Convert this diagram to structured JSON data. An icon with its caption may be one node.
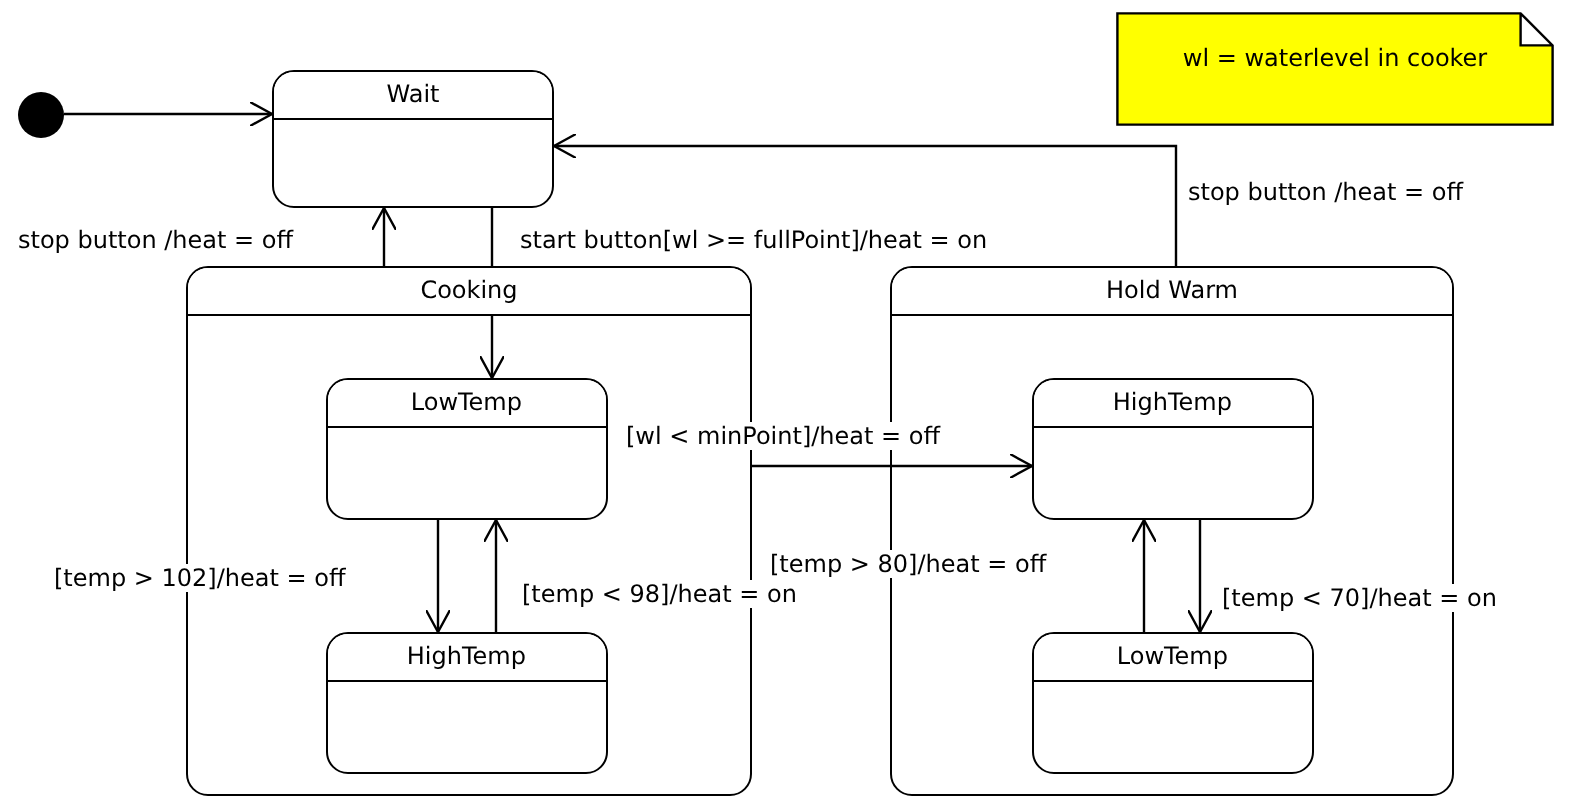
{
  "diagram": {
    "nodes": [
      {
        "text": [],
        "shape": "circle"
      },
      {
        "text": [
          "Wait"
        ]
      },
      {
        "text": [
          "Cooking"
        ]
      },
      {
        "text": [
          "LowTemp"
        ],
        "in": 2
      },
      {
        "text": [
          "HighTemp"
        ],
        "in": 2
      },
      {
        "text": [
          "Hold Warm"
        ]
      },
      {
        "text": [
          "HighTemp"
        ],
        "in": 5
      },
      {
        "text": [
          "LowTemp"
        ],
        "in": 5
      },
      {
        "text": [
          "wl = waterlevel in cooker"
        ]
      }
    ],
    "edges": [
      {
        "from": 0,
        "to": 1,
        "arrow": "to"
      },
      {
        "from": 2,
        "to": 1,
        "arrow": "to",
        "label": "stop button /heat = off"
      },
      {
        "from": 1,
        "to": 3,
        "arrow": "to",
        "label": "start button[wl >= fullPoint]/heat = on"
      },
      {
        "from": 5,
        "to": 1,
        "arrow": "to",
        "label": "stop button /heat = off"
      },
      {
        "from": 2,
        "to": 6,
        "arrow": "to",
        "label": "[wl < minPoint]/heat = off"
      },
      {
        "from": 3,
        "to": 4,
        "arrow": "to",
        "label": "[temp > 102]/heat = off"
      },
      {
        "from": 4,
        "to": 3,
        "arrow": "to",
        "label": "[temp < 98]/heat = on"
      },
      {
        "from": 7,
        "to": 6,
        "arrow": "to",
        "label": "[temp > 80]/heat = off"
      },
      {
        "from": 6,
        "to": 7,
        "arrow": "to",
        "label": "[temp < 70]/heat = on"
      }
    ]
  }
}
